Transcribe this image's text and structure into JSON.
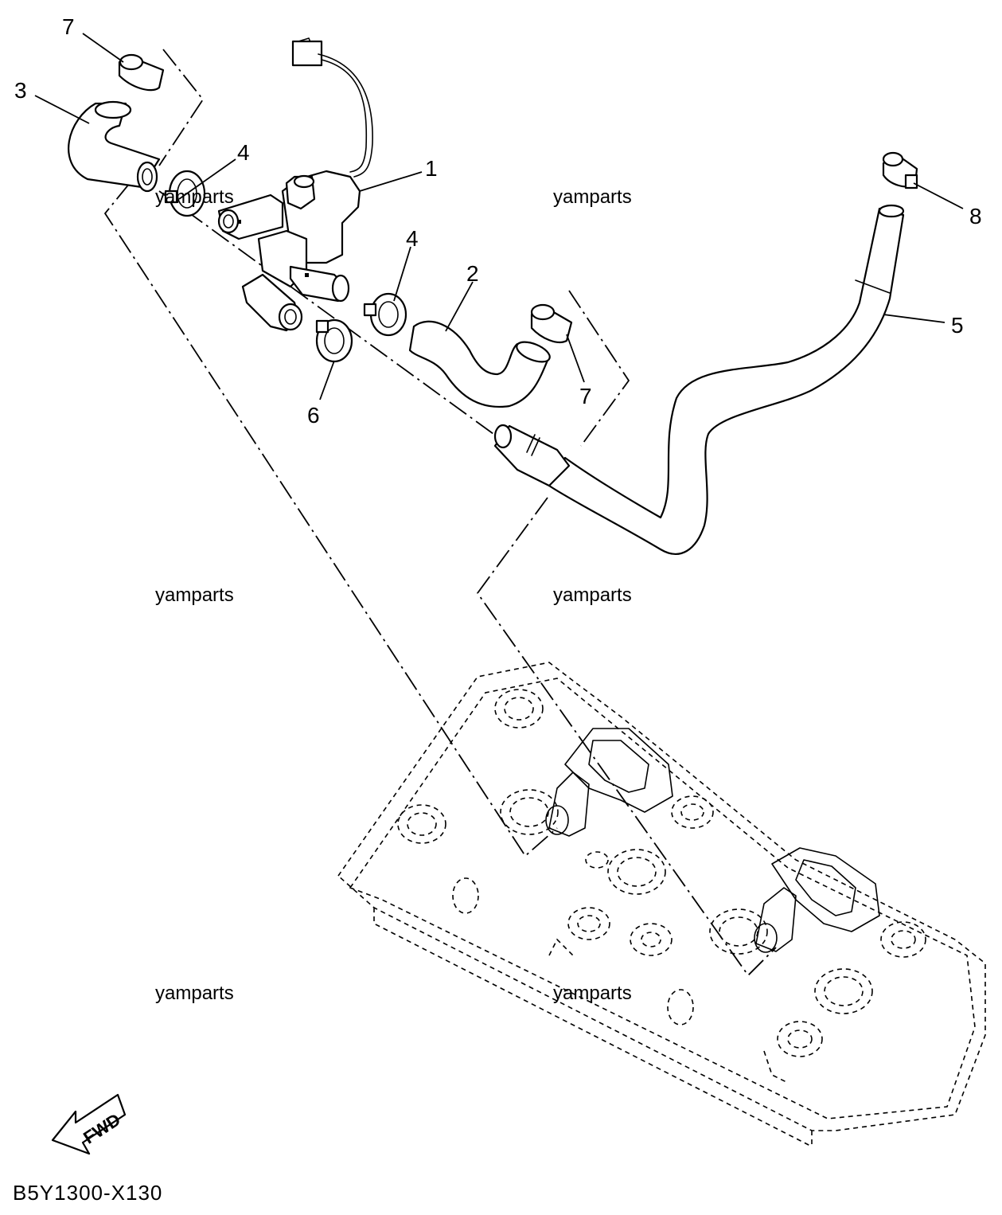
{
  "callouts": [
    {
      "id": "c7a",
      "text": "7"
    },
    {
      "id": "c3",
      "text": "3"
    },
    {
      "id": "c4a",
      "text": "4"
    },
    {
      "id": "c1",
      "text": "1"
    },
    {
      "id": "c8",
      "text": "8"
    },
    {
      "id": "c4b",
      "text": "4"
    },
    {
      "id": "c2",
      "text": "2"
    },
    {
      "id": "c5",
      "text": "5"
    },
    {
      "id": "c7b",
      "text": "7"
    },
    {
      "id": "c6",
      "text": "6"
    }
  ],
  "watermarks": [
    "yamparts",
    "yamparts",
    "yamparts",
    "yamparts",
    "yamparts",
    "yamparts"
  ],
  "direction_label": "FWD",
  "diagram_code": "B5Y1300-X130"
}
